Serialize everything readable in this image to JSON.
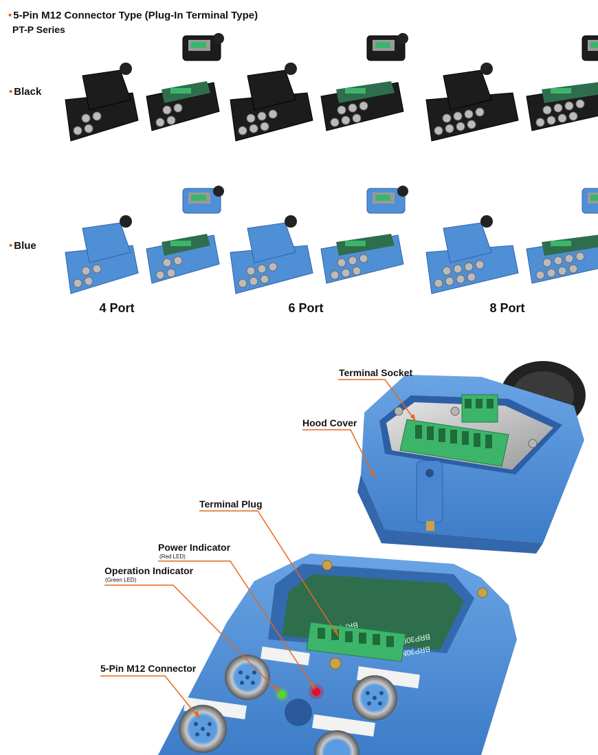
{
  "header": {
    "title": "5-Pin M12 Connector Type (Plug-In Terminal Type)",
    "subtitle": "PT-P Series"
  },
  "rows": [
    {
      "label": "Black",
      "color": "#1c1c1c"
    },
    {
      "label": "Blue",
      "color": "#4f8fd6"
    }
  ],
  "ports": [
    {
      "label": "4 Port",
      "count": 4
    },
    {
      "label": "6 Port",
      "count": 6
    },
    {
      "label": "8 Port",
      "count": 8
    }
  ],
  "callouts": {
    "terminal_socket": "Terminal Socket",
    "hood_cover": "Hood Cover",
    "terminal_plug": "Terminal Plug",
    "power_indicator": "Power Indicator",
    "power_indicator_sub": "(Red LED)",
    "operation_indicator": "Operation Indicator",
    "operation_indicator_sub": "(Green LED)",
    "m12_connector": "5-Pin M12 Connector"
  },
  "board_text": {
    "code1": "BRP5313",
    "code2": "BRP30P5",
    "code3": "BRP30N5"
  },
  "colors": {
    "accent": "#e8661a",
    "blue_body": "#4f8fd6",
    "black_body": "#1c1c1c",
    "terminal_green": "#3cb56a",
    "pcb_green": "#2f6e4c",
    "led_red": "#e3122a",
    "led_green": "#5fd12e"
  }
}
